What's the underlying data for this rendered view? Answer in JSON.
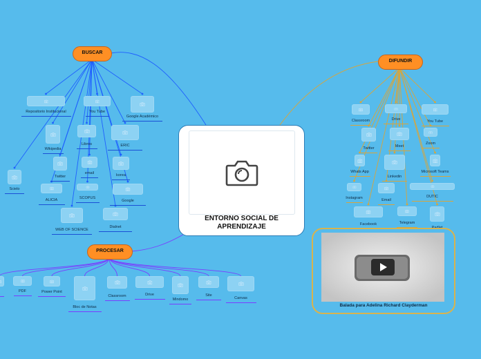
{
  "center": {
    "title_line1": "ENTORNO SOCIAL DE",
    "title_line2": "APRENDIZAJE",
    "image_icon": "camera-icon"
  },
  "branches": {
    "buscar": {
      "label": "BUSCAR",
      "color": "#1f5fff",
      "items": [
        "Repositorio Institucional",
        "You Tube",
        "Google Académico",
        "Wikipedia",
        "Libros",
        "ERIC",
        "Scielo",
        "Twitter",
        "email",
        "korea",
        "ALICIA",
        "SCOPUS",
        "Google",
        "WEB OF SCIENCE",
        "Dialnet"
      ]
    },
    "difundir": {
      "label": "DIFUNDIR",
      "color": "#d9a53a",
      "items": [
        "Classroom",
        "Drive",
        "You Tube",
        "Twitter",
        "Meet",
        "Zoom",
        "Whats App",
        "Linkedin",
        "Microsoft Teams",
        "Instagram",
        "Email",
        "DUTIC",
        "Facebook",
        "Telegram",
        "Padlet"
      ]
    },
    "procesar": {
      "label": "PROCESAR",
      "color": "#7b3cff",
      "items": [
        "i",
        "PDF",
        "Power Point",
        "Bloc de Notas",
        "Classroom",
        "Drive",
        "Mindomo",
        "Site",
        "Canvas"
      ]
    }
  },
  "video": {
    "caption": "Balada para Adelina Richard Clayderman",
    "play_icon": "play-icon"
  }
}
